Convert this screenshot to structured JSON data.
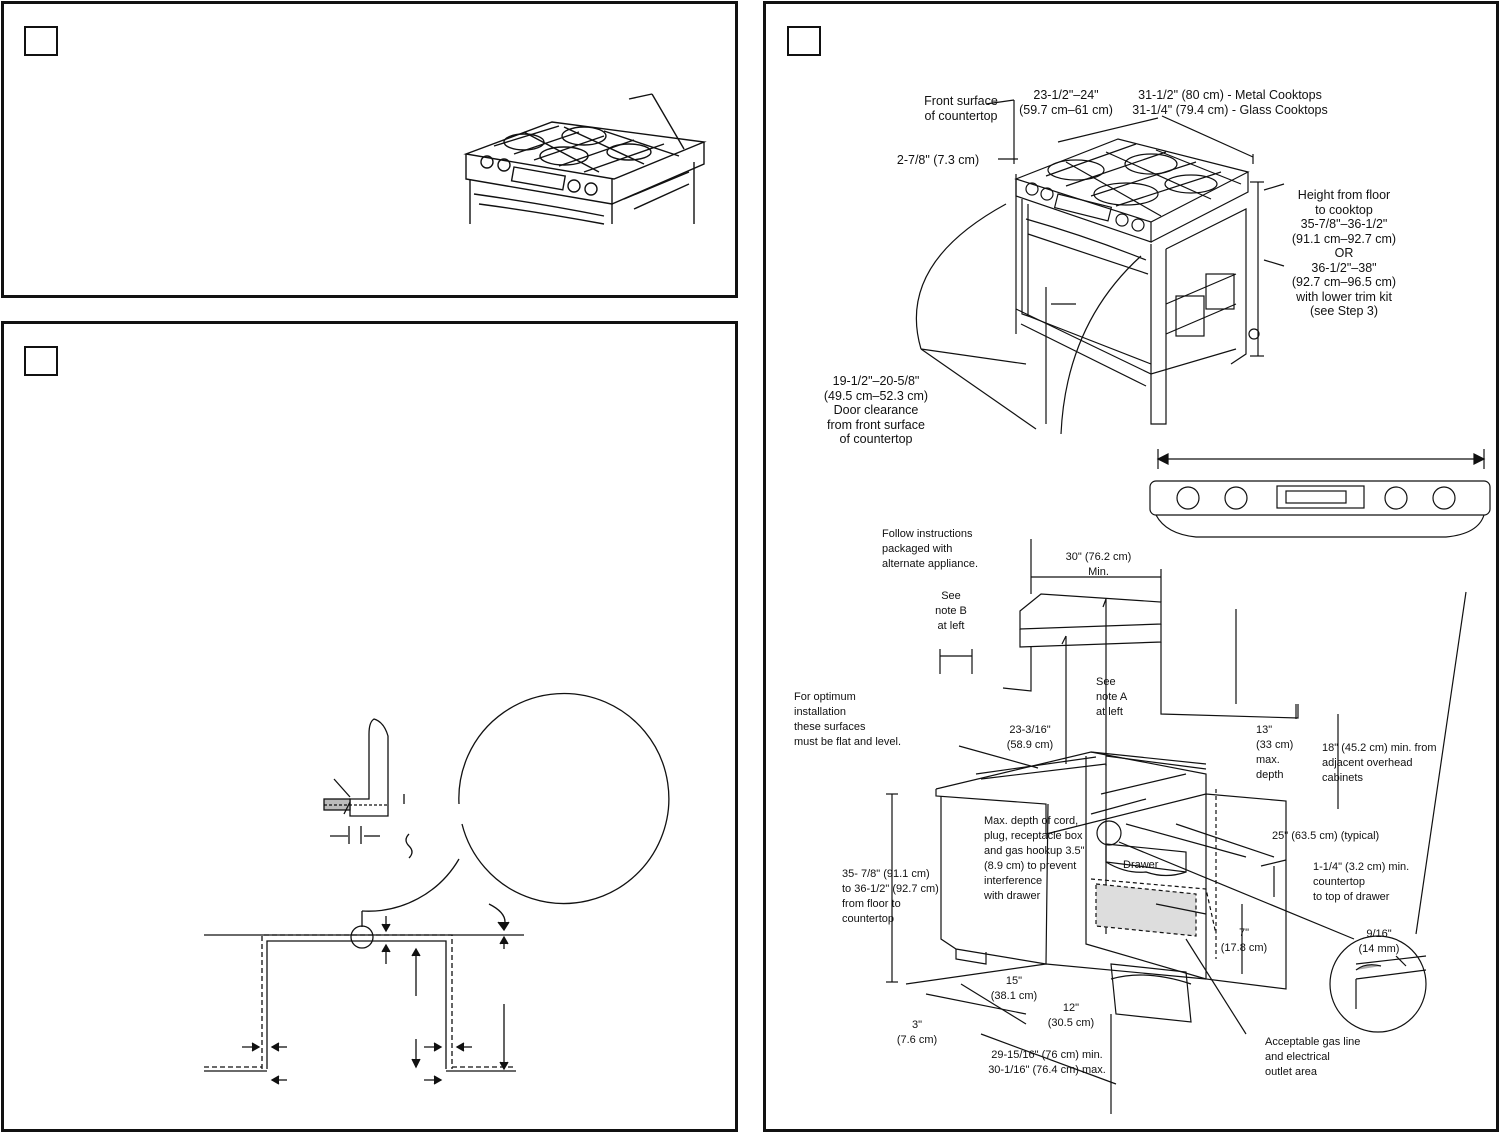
{
  "top_labels": {
    "front_surface": "Front surface\nof countertop",
    "depth_range": "23-1/2\"–24\"\n(59.7 cm–61 cm)",
    "width_note": "31-1/2\" (80 cm) - Metal Cooktops\n31-1/4\" (79.4 cm) - Glass Cooktops",
    "offset": "2-7/8\" (7.3 cm)",
    "height_note": "Height from floor\nto cooktop\n35-7/8\"–36-1/2\"\n(91.1 cm–92.7 cm)\nOR\n36-1/2\"–38\"\n(92.7 cm–96.5 cm)\nwith lower trim kit\n(see Step 3)",
    "door_clearance": "19-1/2\"–20-5/8\"\n(49.5 cm–52.3 cm)\nDoor clearance\nfrom front surface\nof countertop"
  },
  "bottom_labels": {
    "follow": "Follow instructions\npackaged with\nalternate appliance.",
    "min30": "30\" (76.2 cm)\nMin.",
    "note_b": "See\nnote B\nat left",
    "note_a": "See\nnote A\nat left",
    "optimum": "For optimum\ninstallation\nthese surfaces\nmust be flat and level.",
    "d2316": "23-3/16\"\n(58.9 cm)",
    "d13": "13\"\n(33 cm)\nmax.\ndepth",
    "d18": "18\" (45.2 cm) min. from\nadjacent overhead\ncabinets",
    "max_depth": "Max. depth of cord,\nplug, receptacle box\nand gas hookup 3.5\"\n(8.9 cm) to prevent\ninterference\nwith drawer",
    "d25": "25\" (63.5 cm) (typical)",
    "drawer": "Drawer",
    "d114": "1-1/4\" (3.2 cm) min.\ncountertop\nto top of drawer",
    "floor_height": "35- 7/8\" (91.1 cm)\nto 36-1/2\" (92.7 cm)\nfrom floor to\ncountertop",
    "d916": "9/16\"\n(14 mm)",
    "d7": "7\"\n(17.8 cm)",
    "d15": "15\"\n(38.1 cm)",
    "d12": "12\"\n(30.5 cm)",
    "d3": "3\"\n(7.6 cm)",
    "width_min": "29-15/16\" (76 cm) min.\n30-1/16\" (76.4 cm) max.",
    "gas_area": "Acceptable gas line\nand electrical\noutlet area"
  }
}
